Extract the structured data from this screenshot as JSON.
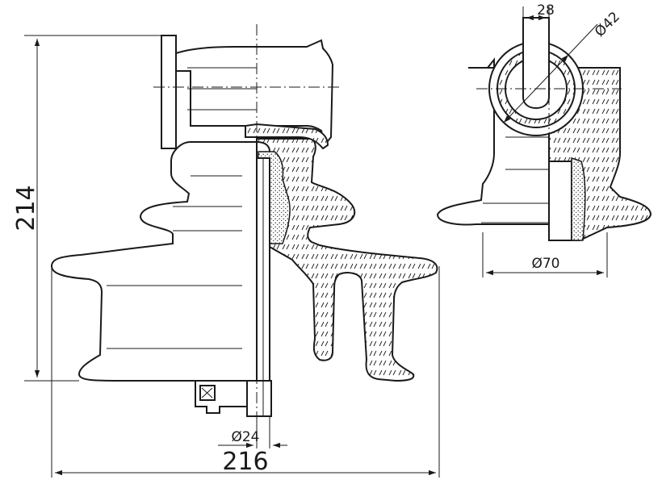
{
  "dimensions": {
    "height": "214",
    "width": "216",
    "rod_diameter": "Ø24",
    "top_width": "28",
    "cap_diameter": "Ø42",
    "head_diameter": "Ø70"
  }
}
